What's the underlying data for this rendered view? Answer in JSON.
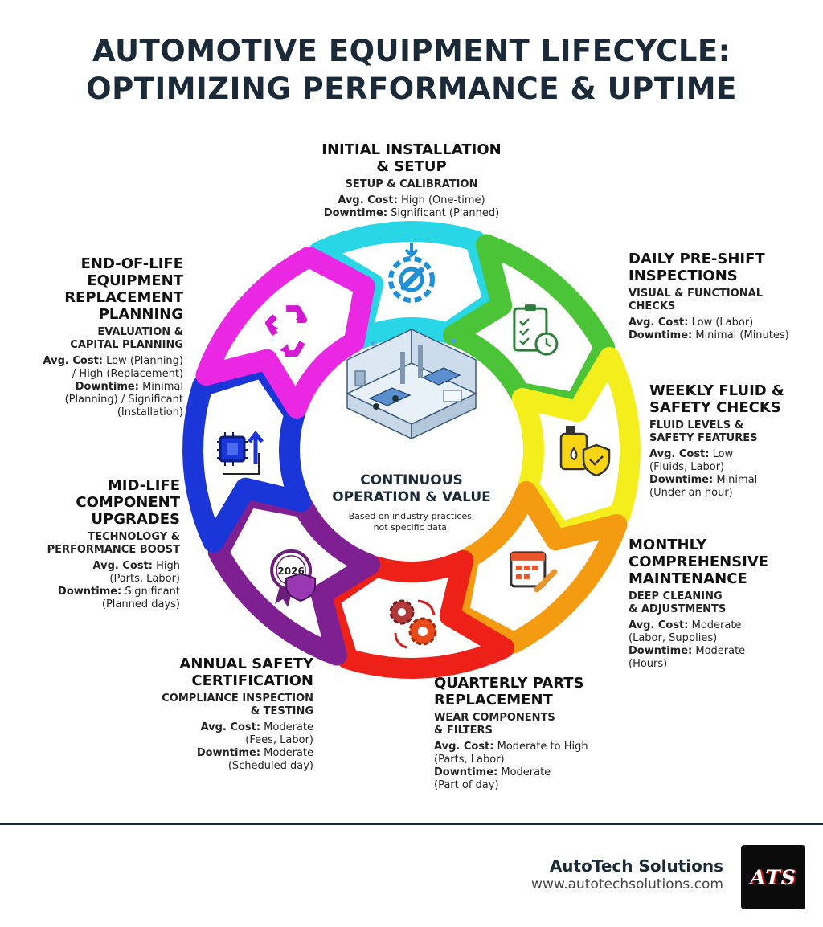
{
  "title_line1": "AUTOMOTIVE EQUIPMENT LIFECYCLE:",
  "title_line2": "OPTIMIZING PERFORMANCE & UPTIME",
  "center": {
    "title_line1": "CONTINUOUS",
    "title_line2": "OPERATION & VALUE",
    "note_line1": "Based on industry practices,",
    "note_line2": "not specific data.",
    "icon": "workshop-illustration-icon"
  },
  "stages": [
    {
      "key": "install",
      "icon": "gear-wrench-icon",
      "color": "#29d6e6",
      "title": [
        "INITIAL INSTALLATION",
        "& SETUP"
      ],
      "subtitle": [
        "SETUP & CALIBRATION"
      ],
      "cost_label": "Avg. Cost:",
      "cost": [
        "High (One-time)"
      ],
      "downtime_label": "Downtime:",
      "downtime": [
        "Significant (Planned)"
      ]
    },
    {
      "key": "daily",
      "icon": "clipboard-checklist-icon",
      "color": "#4cc437",
      "title": [
        "DAILY PRE-SHIFT",
        "INSPECTIONS"
      ],
      "subtitle": [
        "VISUAL & FUNCTIONAL",
        "CHECKS"
      ],
      "cost_label": "Avg. Cost:",
      "cost": [
        "Low (Labor)"
      ],
      "downtime_label": "Downtime:",
      "downtime": [
        "Minimal (Minutes)"
      ]
    },
    {
      "key": "weekly",
      "icon": "fluid-bottle-shield-icon",
      "color": "#f4ee1c",
      "title": [
        "WEEKLY FLUID &",
        "SAFETY CHECKS"
      ],
      "subtitle": [
        "FLUID LEVELS &",
        "SAFETY FEATURES"
      ],
      "cost_label": "Avg. Cost:",
      "cost": [
        "Low",
        "(Fluids, Labor)"
      ],
      "downtime_label": "Downtime:",
      "downtime": [
        "Minimal",
        "(Under an hour)"
      ]
    },
    {
      "key": "monthly",
      "icon": "calendar-wrench-icon",
      "color": "#f59b12",
      "title": [
        "MONTHLY",
        "COMPREHENSIVE",
        "MAINTENANCE"
      ],
      "subtitle": [
        "DEEP CLEANING",
        "& ADJUSTMENTS"
      ],
      "cost_label": "Avg. Cost:",
      "cost": [
        "Moderate",
        "(Labor, Supplies)"
      ],
      "downtime_label": "Downtime:",
      "downtime": [
        "Moderate",
        "(Hours)"
      ]
    },
    {
      "key": "quarterly",
      "icon": "gears-cycle-icon",
      "color": "#ee2119",
      "title": [
        "QUARTERLY PARTS",
        "REPLACEMENT"
      ],
      "subtitle": [
        "WEAR COMPONENTS",
        "& FILTERS"
      ],
      "cost_label": "Avg. Cost:",
      "cost": [
        "Moderate to High",
        "(Parts, Labor)"
      ],
      "downtime_label": "Downtime:",
      "downtime": [
        "Moderate",
        "(Part of day)"
      ]
    },
    {
      "key": "annual",
      "icon": "certificate-badge-icon",
      "badge_text": "2026",
      "color": "#7e1f92",
      "title": [
        "ANNUAL SAFETY",
        "CERTIFICATION"
      ],
      "subtitle": [
        "COMPLIANCE INSPECTION",
        "& TESTING"
      ],
      "cost_label": "Avg. Cost:",
      "cost": [
        "Moderate",
        "(Fees, Labor)"
      ],
      "downtime_label": "Downtime:",
      "downtime": [
        "Moderate",
        "(Scheduled day)"
      ]
    },
    {
      "key": "midlife",
      "icon": "chip-upgrade-icon",
      "color": "#1a35d8",
      "title": [
        "MID-LIFE",
        "COMPONENT",
        "UPGRADES"
      ],
      "subtitle": [
        "TECHNOLOGY &",
        "PERFORMANCE BOOST"
      ],
      "cost_label": "Avg. Cost:",
      "cost": [
        "High",
        "(Parts, Labor)"
      ],
      "downtime_label": "Downtime:",
      "downtime": [
        "Significant",
        "(Planned days)"
      ]
    },
    {
      "key": "eol",
      "icon": "recycle-icon",
      "color": "#ea28e4",
      "title": [
        "END-OF-LIFE",
        "EQUIPMENT",
        "REPLACEMENT",
        "PLANNING"
      ],
      "subtitle": [
        "EVALUATION &",
        "CAPITAL PLANNING"
      ],
      "cost_label": "Avg. Cost:",
      "cost": [
        "Low (Planning)",
        "/ High (Replacement)"
      ],
      "downtime_label": "Downtime:",
      "downtime": [
        "Minimal",
        "(Planning) / Significant",
        "(Installation)"
      ]
    }
  ],
  "brand": {
    "name": "AutoTech Solutions",
    "url": "www.autotechsolutions.com",
    "logo_text": "ATS"
  }
}
